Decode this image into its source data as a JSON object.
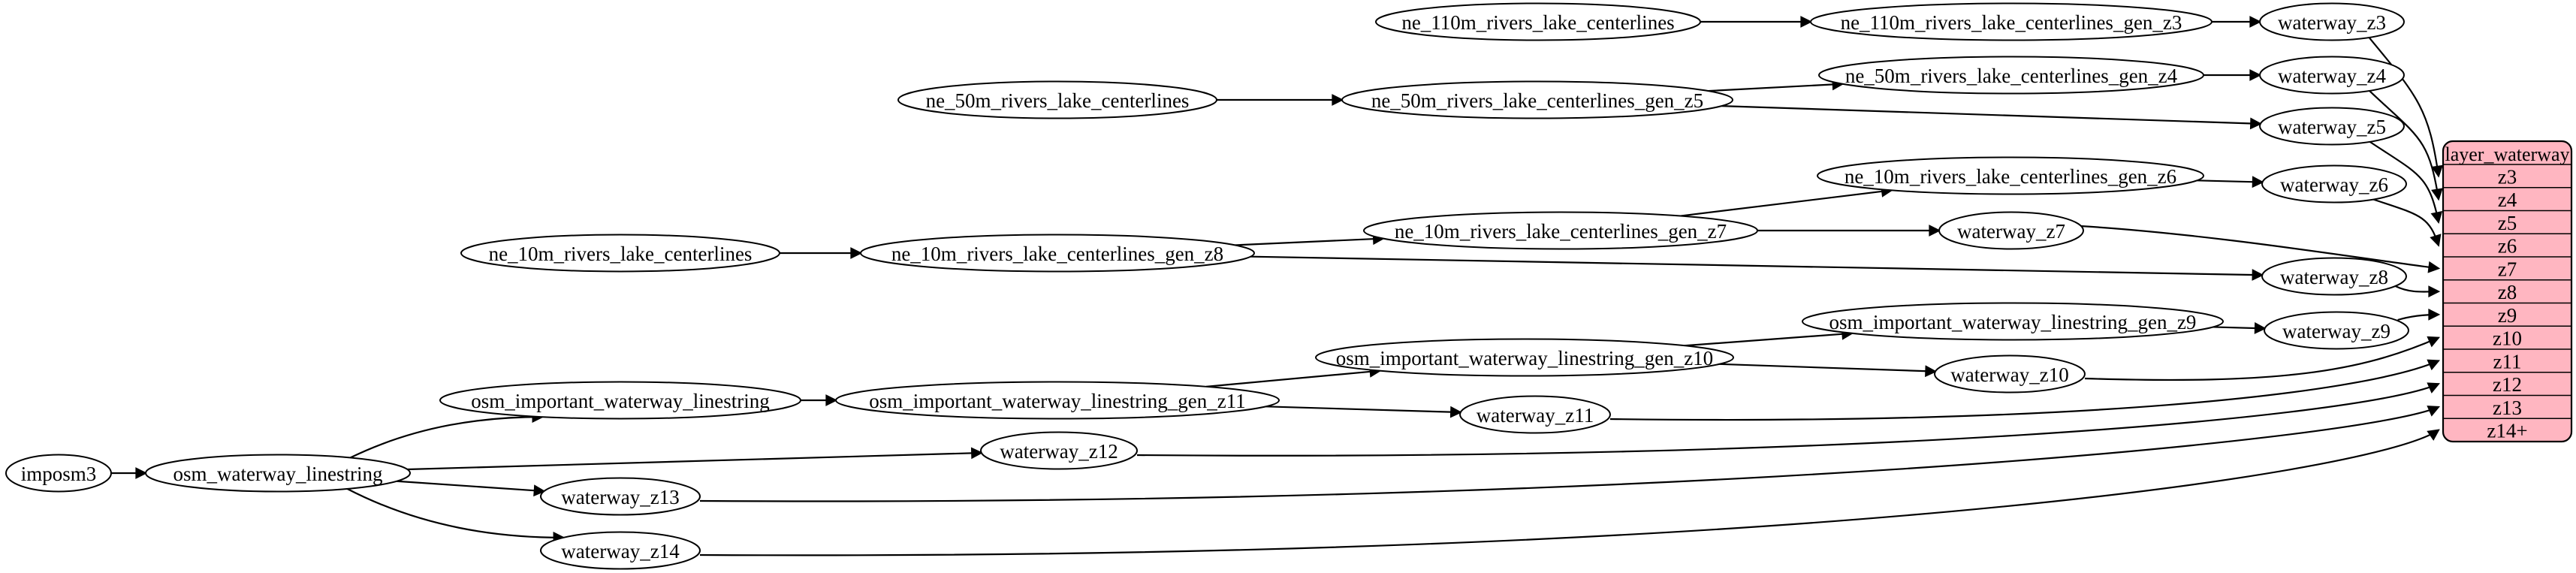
{
  "diagram": {
    "type": "etl-dependency-graph",
    "table": {
      "title": "layer_waterway",
      "rows": [
        "z3",
        "z4",
        "z5",
        "z6",
        "z7",
        "z8",
        "z9",
        "z10",
        "z11",
        "z12",
        "z13",
        "z14+"
      ]
    },
    "colors": {
      "background": "#ffffff",
      "node_fill": "#ffffff",
      "node_stroke": "#000000",
      "edge": "#000000",
      "table_fill": "#ffb6c1",
      "table_stroke": "#000000",
      "text": "#000000"
    },
    "nodes": [
      {
        "id": "imposm3",
        "label": "imposm3"
      },
      {
        "id": "osm_waterway_linestring",
        "label": "osm_waterway_linestring"
      },
      {
        "id": "osm_important_waterway_linestring",
        "label": "osm_important_waterway_linestring"
      },
      {
        "id": "osm_important_waterway_linestring_gen_z11",
        "label": "osm_important_waterway_linestring_gen_z11"
      },
      {
        "id": "osm_important_waterway_linestring_gen_z10",
        "label": "osm_important_waterway_linestring_gen_z10"
      },
      {
        "id": "osm_important_waterway_linestring_gen_z9",
        "label": "osm_important_waterway_linestring_gen_z9"
      },
      {
        "id": "ne_10m_rivers_lake_centerlines",
        "label": "ne_10m_rivers_lake_centerlines"
      },
      {
        "id": "ne_10m_rivers_lake_centerlines_gen_z8",
        "label": "ne_10m_rivers_lake_centerlines_gen_z8"
      },
      {
        "id": "ne_10m_rivers_lake_centerlines_gen_z7",
        "label": "ne_10m_rivers_lake_centerlines_gen_z7"
      },
      {
        "id": "ne_10m_rivers_lake_centerlines_gen_z6",
        "label": "ne_10m_rivers_lake_centerlines_gen_z6"
      },
      {
        "id": "ne_50m_rivers_lake_centerlines",
        "label": "ne_50m_rivers_lake_centerlines"
      },
      {
        "id": "ne_50m_rivers_lake_centerlines_gen_z5",
        "label": "ne_50m_rivers_lake_centerlines_gen_z5"
      },
      {
        "id": "ne_50m_rivers_lake_centerlines_gen_z4",
        "label": "ne_50m_rivers_lake_centerlines_gen_z4"
      },
      {
        "id": "ne_110m_rivers_lake_centerlines",
        "label": "ne_110m_rivers_lake_centerlines"
      },
      {
        "id": "ne_110m_rivers_lake_centerlines_gen_z3",
        "label": "ne_110m_rivers_lake_centerlines_gen_z3"
      },
      {
        "id": "waterway_z3",
        "label": "waterway_z3"
      },
      {
        "id": "waterway_z4",
        "label": "waterway_z4"
      },
      {
        "id": "waterway_z5",
        "label": "waterway_z5"
      },
      {
        "id": "waterway_z6",
        "label": "waterway_z6"
      },
      {
        "id": "waterway_z7",
        "label": "waterway_z7"
      },
      {
        "id": "waterway_z8",
        "label": "waterway_z8"
      },
      {
        "id": "waterway_z9",
        "label": "waterway_z9"
      },
      {
        "id": "waterway_z10",
        "label": "waterway_z10"
      },
      {
        "id": "waterway_z11",
        "label": "waterway_z11"
      },
      {
        "id": "waterway_z12",
        "label": "waterway_z12"
      },
      {
        "id": "waterway_z13",
        "label": "waterway_z13"
      },
      {
        "id": "waterway_z14",
        "label": "waterway_z14"
      }
    ],
    "edges": [
      {
        "from": "ne_110m_rivers_lake_centerlines",
        "to": "ne_110m_rivers_lake_centerlines_gen_z3"
      },
      {
        "from": "ne_110m_rivers_lake_centerlines_gen_z3",
        "to": "waterway_z3"
      },
      {
        "from": "ne_50m_rivers_lake_centerlines",
        "to": "ne_50m_rivers_lake_centerlines_gen_z5"
      },
      {
        "from": "ne_50m_rivers_lake_centerlines_gen_z5",
        "to": "ne_50m_rivers_lake_centerlines_gen_z4"
      },
      {
        "from": "ne_50m_rivers_lake_centerlines_gen_z4",
        "to": "waterway_z4"
      },
      {
        "from": "ne_50m_rivers_lake_centerlines_gen_z5",
        "to": "waterway_z5"
      },
      {
        "from": "ne_10m_rivers_lake_centerlines",
        "to": "ne_10m_rivers_lake_centerlines_gen_z8"
      },
      {
        "from": "ne_10m_rivers_lake_centerlines_gen_z8",
        "to": "ne_10m_rivers_lake_centerlines_gen_z7"
      },
      {
        "from": "ne_10m_rivers_lake_centerlines_gen_z7",
        "to": "ne_10m_rivers_lake_centerlines_gen_z6"
      },
      {
        "from": "ne_10m_rivers_lake_centerlines_gen_z6",
        "to": "waterway_z6"
      },
      {
        "from": "ne_10m_rivers_lake_centerlines_gen_z7",
        "to": "waterway_z7"
      },
      {
        "from": "ne_10m_rivers_lake_centerlines_gen_z8",
        "to": "waterway_z8"
      },
      {
        "from": "imposm3",
        "to": "osm_waterway_linestring"
      },
      {
        "from": "osm_waterway_linestring",
        "to": "osm_important_waterway_linestring"
      },
      {
        "from": "osm_important_waterway_linestring",
        "to": "osm_important_waterway_linestring_gen_z11"
      },
      {
        "from": "osm_important_waterway_linestring_gen_z11",
        "to": "osm_important_waterway_linestring_gen_z10"
      },
      {
        "from": "osm_important_waterway_linestring_gen_z10",
        "to": "osm_important_waterway_linestring_gen_z9"
      },
      {
        "from": "osm_important_waterway_linestring_gen_z9",
        "to": "waterway_z9"
      },
      {
        "from": "osm_important_waterway_linestring_gen_z10",
        "to": "waterway_z10"
      },
      {
        "from": "osm_important_waterway_linestring_gen_z11",
        "to": "waterway_z11"
      },
      {
        "from": "osm_waterway_linestring",
        "to": "waterway_z12"
      },
      {
        "from": "osm_waterway_linestring",
        "to": "waterway_z13"
      },
      {
        "from": "osm_waterway_linestring",
        "to": "waterway_z14"
      },
      {
        "from": "waterway_z3",
        "to": "layer_waterway",
        "row": "z3"
      },
      {
        "from": "waterway_z4",
        "to": "layer_waterway",
        "row": "z4"
      },
      {
        "from": "waterway_z5",
        "to": "layer_waterway",
        "row": "z5"
      },
      {
        "from": "waterway_z6",
        "to": "layer_waterway",
        "row": "z6"
      },
      {
        "from": "waterway_z7",
        "to": "layer_waterway",
        "row": "z7"
      },
      {
        "from": "waterway_z8",
        "to": "layer_waterway",
        "row": "z8"
      },
      {
        "from": "waterway_z9",
        "to": "layer_waterway",
        "row": "z9"
      },
      {
        "from": "waterway_z10",
        "to": "layer_waterway",
        "row": "z10"
      },
      {
        "from": "waterway_z11",
        "to": "layer_waterway",
        "row": "z11"
      },
      {
        "from": "waterway_z12",
        "to": "layer_waterway",
        "row": "z12"
      },
      {
        "from": "waterway_z13",
        "to": "layer_waterway",
        "row": "z13"
      },
      {
        "from": "waterway_z14",
        "to": "layer_waterway",
        "row": "z14+"
      }
    ]
  }
}
